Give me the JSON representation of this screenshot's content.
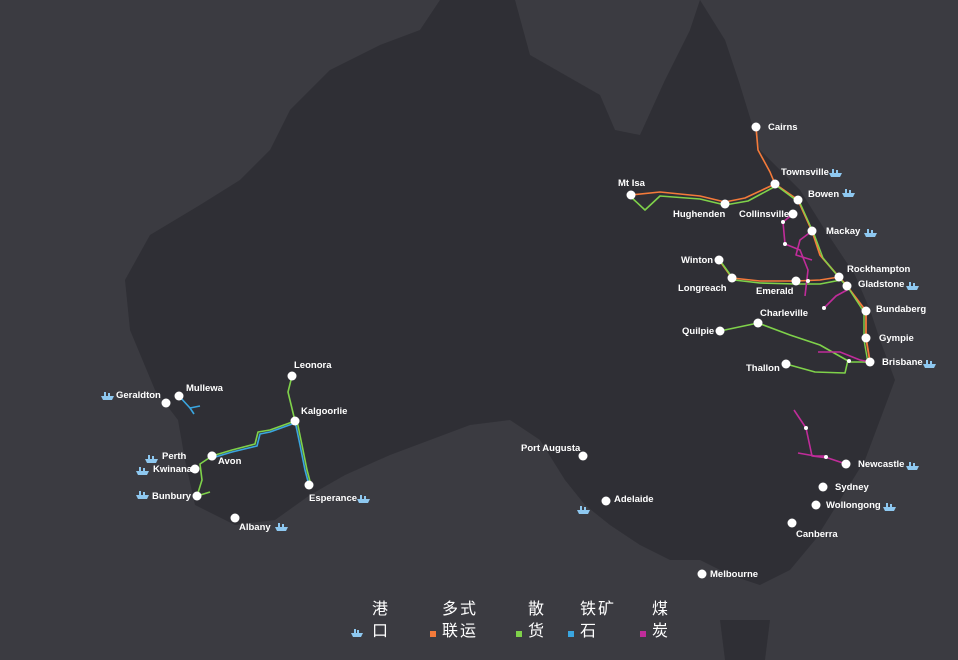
{
  "colors": {
    "background": "#3b3b41",
    "land": "#2f2f35",
    "intermodal": "#f47a3a",
    "bulk": "#7fd24a",
    "iron_ore": "#3aa6e0",
    "coal": "#c02c9a",
    "city": "#ffffff",
    "port_icon": "#8ec8f0"
  },
  "legend": [
    {
      "key": "port",
      "icon": "ship-icon",
      "line1": "港",
      "line2": "口"
    },
    {
      "key": "intermodal",
      "line1": "多式",
      "line2": "联运"
    },
    {
      "key": "bulk",
      "line1": "散",
      "line2": "货"
    },
    {
      "key": "iron_ore",
      "line1": "铁矿",
      "line2": "石"
    },
    {
      "key": "coal",
      "line1": "煤",
      "line2": "炭"
    }
  ],
  "cities": [
    {
      "name": "Cairns",
      "port": false
    },
    {
      "name": "Townsville",
      "port": true
    },
    {
      "name": "Mt Isa",
      "port": false
    },
    {
      "name": "Bowen",
      "port": true
    },
    {
      "name": "Hughenden",
      "port": false
    },
    {
      "name": "Collinsville",
      "port": false
    },
    {
      "name": "Mackay",
      "port": true
    },
    {
      "name": "Winton",
      "port": false
    },
    {
      "name": "Rockhampton",
      "port": false
    },
    {
      "name": "Longreach",
      "port": false
    },
    {
      "name": "Emerald",
      "port": false
    },
    {
      "name": "Gladstone",
      "port": true
    },
    {
      "name": "Charleville",
      "port": false
    },
    {
      "name": "Bundaberg",
      "port": false
    },
    {
      "name": "Quilpie",
      "port": false
    },
    {
      "name": "Gympie",
      "port": false
    },
    {
      "name": "Thallon",
      "port": false
    },
    {
      "name": "Brisbane",
      "port": true
    },
    {
      "name": "Leonora",
      "port": false
    },
    {
      "name": "Mullewa",
      "port": false
    },
    {
      "name": "Geraldton",
      "port": true
    },
    {
      "name": "Kalgoorlie",
      "port": false
    },
    {
      "name": "Port Augusta",
      "port": false
    },
    {
      "name": "Newcastle",
      "port": true
    },
    {
      "name": "Perth",
      "port": true
    },
    {
      "name": "Avon",
      "port": false
    },
    {
      "name": "Kwinana",
      "port": true
    },
    {
      "name": "Sydney",
      "port": false
    },
    {
      "name": "Esperance",
      "port": true
    },
    {
      "name": "Adelaide",
      "port": true
    },
    {
      "name": "Bunbury",
      "port": true
    },
    {
      "name": "Wollongong",
      "port": true
    },
    {
      "name": "Albany",
      "port": true
    },
    {
      "name": "Canberra",
      "port": false
    },
    {
      "name": "Melbourne",
      "port": false
    }
  ]
}
